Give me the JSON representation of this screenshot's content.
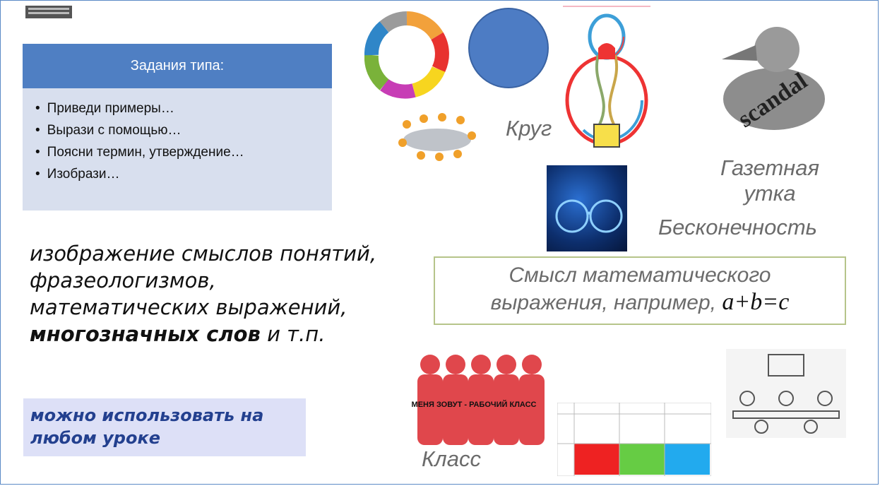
{
  "task_box": {
    "title": "Задания типа:",
    "items": [
      "Приведи примеры…",
      "Вырази с помощью…",
      "Поясни термин,  утверждение…",
      "Изобрази…"
    ]
  },
  "main_text": {
    "part1": "изображение смыслов понятий, фразеологизмов, математических выражений, ",
    "bold": "многозначных слов",
    "part2": " и т.п."
  },
  "any_lesson": "можно использовать на любом уроке",
  "labels": {
    "krug": "Круг",
    "gazetnaya": "Газетная",
    "utka": "утка",
    "infinity": "Бесконечность",
    "klass": "Класс"
  },
  "math_box": {
    "line1": "Смысл математического",
    "line2": "выражения, например,",
    "formula": "a+b=c"
  },
  "images": {
    "workers_caption": "МЕНЯ ЗОВУТ - РАБОЧИЙ КЛАСС",
    "duck_word": "scandal"
  },
  "colors": {
    "accent_blue": "#4f7fc3",
    "task_bg": "#d8dfee",
    "circle_fill": "#4d7cc4",
    "worker_red": "#e0474c"
  }
}
